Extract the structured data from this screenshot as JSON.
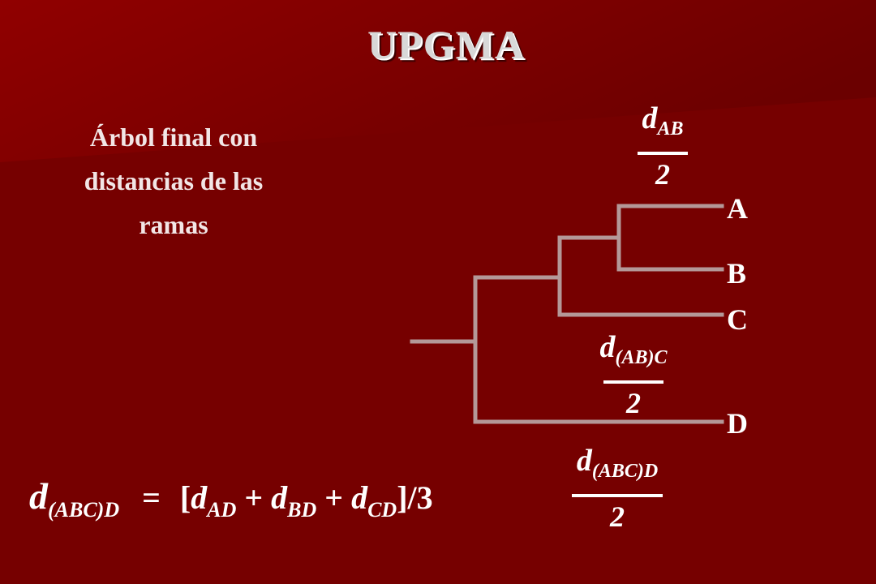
{
  "title": "UPGMA",
  "subtitle": [
    "Árbol final con",
    "distancias de las",
    "ramas"
  ],
  "leaves": [
    "A",
    "B",
    "C",
    "D"
  ],
  "fractions": {
    "ab": {
      "d": "d",
      "sub": "AB",
      "den": "2"
    },
    "abc": {
      "d": "d",
      "sub": "(AB)C",
      "den": "2"
    },
    "abcd": {
      "d": "d",
      "sub": "(ABC)D",
      "den": "2"
    }
  },
  "formula": {
    "lhs_d": "d",
    "lhs_sub": "(ABC)D",
    "eq": "=",
    "open": "[",
    "t1_d": "d",
    "t1_sub": "AD",
    "plus1": "+",
    "t2_d": "d",
    "t2_sub": "BD",
    "plus2": "+",
    "t3_d": "d",
    "t3_sub": "CD",
    "close": "]/3"
  },
  "colors": {
    "background": "#7a0000",
    "branch": "#b49898",
    "text": "#ffffff"
  }
}
